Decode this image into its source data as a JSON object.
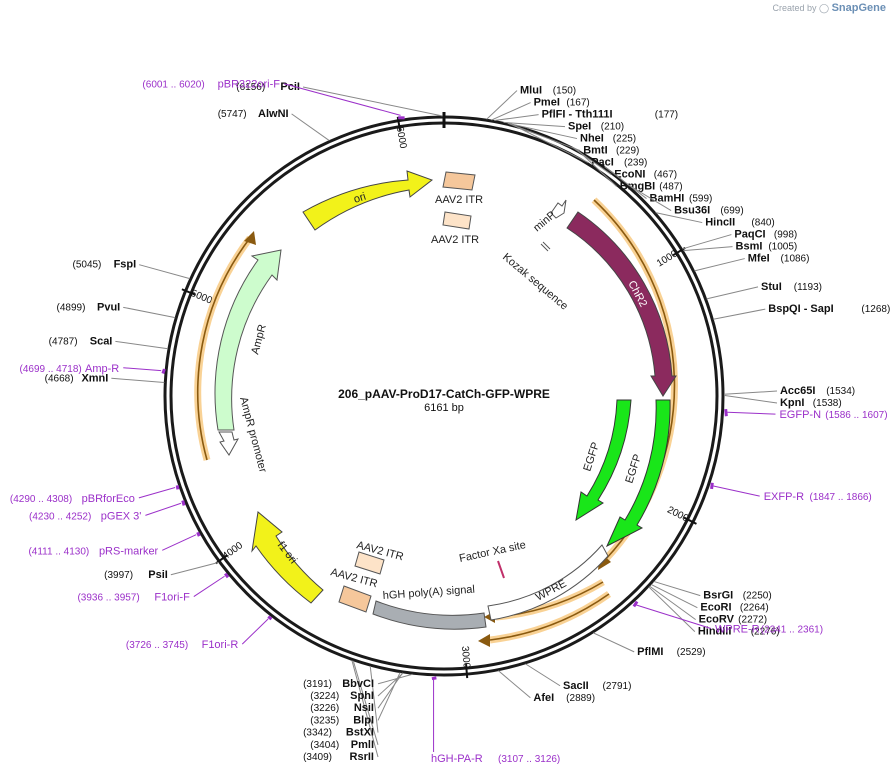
{
  "watermark": {
    "prefix": "Created by",
    "brand": "SnapGene"
  },
  "plasmid": {
    "name": "206_pAAV-ProD17-CatCh-GFP-WPRE",
    "size_label": "6161 bp",
    "length": 6161
  },
  "ticks": [
    {
      "pos": 1000,
      "label": "1000"
    },
    {
      "pos": 2000,
      "label": "2000"
    },
    {
      "pos": 3000,
      "label": "3000"
    },
    {
      "pos": 4000,
      "label": "4000"
    },
    {
      "pos": 5000,
      "label": "5000"
    },
    {
      "pos": 6000,
      "label": "6000"
    }
  ],
  "sites": [
    {
      "name": "PciI",
      "pos": 6156,
      "pos_label": "(6156)",
      "side": "left"
    },
    {
      "name": "MluI",
      "pos": 150,
      "pos_label": "(150)",
      "side": "right"
    },
    {
      "name": "PmeI",
      "pos": 167,
      "pos_label": "(167)",
      "side": "right"
    },
    {
      "name": "PflFI",
      "name2": "Tth111I",
      "pos": 177,
      "pos_label": "(177)",
      "side": "right"
    },
    {
      "name": "SpeI",
      "pos": 210,
      "pos_label": "(210)",
      "side": "right"
    },
    {
      "name": "NheI",
      "pos": 225,
      "pos_label": "(225)",
      "side": "right"
    },
    {
      "name": "BmtI",
      "pos": 229,
      "pos_label": "(229)",
      "side": "right"
    },
    {
      "name": "PacI",
      "pos": 239,
      "pos_label": "(239)",
      "side": "right"
    },
    {
      "name": "EcoNI",
      "pos": 467,
      "pos_label": "(467)",
      "side": "right"
    },
    {
      "name": "BmgBI",
      "pos": 487,
      "pos_label": "(487)",
      "side": "right"
    },
    {
      "name": "BamHI",
      "pos": 599,
      "pos_label": "(599)",
      "side": "right"
    },
    {
      "name": "Bsu36I",
      "pos": 699,
      "pos_label": "(699)",
      "side": "right"
    },
    {
      "name": "HincII",
      "pos": 840,
      "pos_label": "(840)",
      "side": "right"
    },
    {
      "name": "PaqCI",
      "pos": 998,
      "pos_label": "(998)",
      "side": "right"
    },
    {
      "name": "BsmI",
      "pos": 1005,
      "pos_label": "(1005)",
      "side": "right"
    },
    {
      "name": "MfeI",
      "pos": 1086,
      "pos_label": "(1086)",
      "side": "right"
    },
    {
      "name": "StuI",
      "pos": 1193,
      "pos_label": "(1193)",
      "side": "right"
    },
    {
      "name": "BspQI",
      "name2": "SapI",
      "pos": 1268,
      "pos_label": "(1268)",
      "side": "right"
    },
    {
      "name": "Acc65I",
      "pos": 1534,
      "pos_label": "(1534)",
      "side": "right"
    },
    {
      "name": "KpnI",
      "pos": 1538,
      "pos_label": "(1538)",
      "side": "right"
    },
    {
      "name": "BsrGI",
      "pos": 2250,
      "pos_label": "(2250)",
      "side": "right"
    },
    {
      "name": "EcoRI",
      "pos": 2264,
      "pos_label": "(2264)",
      "side": "right"
    },
    {
      "name": "EcoRV",
      "pos": 2272,
      "pos_label": "(2272)",
      "side": "right"
    },
    {
      "name": "HindIII",
      "pos": 2276,
      "pos_label": "(2276)",
      "side": "right"
    },
    {
      "name": "PflMI",
      "pos": 2529,
      "pos_label": "(2529)",
      "side": "right"
    },
    {
      "name": "SacII",
      "pos": 2791,
      "pos_label": "(2791)",
      "side": "right"
    },
    {
      "name": "AfeI",
      "pos": 2889,
      "pos_label": "(2889)",
      "side": "right"
    },
    {
      "name": "BbvCI",
      "pos": 3191,
      "pos_label": "(3191)",
      "side": "left"
    },
    {
      "name": "SphI",
      "pos": 3224,
      "pos_label": "(3224)",
      "side": "left"
    },
    {
      "name": "NsiI",
      "pos": 3226,
      "pos_label": "(3226)",
      "side": "left"
    },
    {
      "name": "BlpI",
      "pos": 3235,
      "pos_label": "(3235)",
      "side": "left"
    },
    {
      "name": "BstXI",
      "pos": 3342,
      "pos_label": "(3342)",
      "side": "left"
    },
    {
      "name": "PmlI",
      "pos": 3404,
      "pos_label": "(3404)",
      "side": "left"
    },
    {
      "name": "RsrII",
      "pos": 3409,
      "pos_label": "(3409)",
      "side": "left"
    },
    {
      "name": "PsiI",
      "pos": 3997,
      "pos_label": "(3997)",
      "side": "left"
    },
    {
      "name": "XmnI",
      "pos": 4668,
      "pos_label": "(4668)",
      "side": "left"
    },
    {
      "name": "ScaI",
      "pos": 4787,
      "pos_label": "(4787)",
      "side": "left"
    },
    {
      "name": "PvuI",
      "pos": 4899,
      "pos_label": "(4899)",
      "side": "left"
    },
    {
      "name": "FspI",
      "pos": 5045,
      "pos_label": "(5045)",
      "side": "left"
    },
    {
      "name": "AlwNI",
      "pos": 5747,
      "pos_label": "(5747)",
      "side": "left"
    }
  ],
  "primers": [
    {
      "name": "pBR322ori-F",
      "range": "(6001 .. 6020)",
      "start": 6001,
      "end": 6020,
      "side": "left"
    },
    {
      "name": "EGFP-N",
      "range": "(1586 .. 1607)",
      "start": 1586,
      "end": 1607,
      "side": "right"
    },
    {
      "name": "EXFP-R",
      "range": "(1847 .. 1866)",
      "start": 1847,
      "end": 1866,
      "side": "right"
    },
    {
      "name": "WPRE-R",
      "range": "(2341 .. 2361)",
      "start": 2341,
      "end": 2361,
      "side": "right"
    },
    {
      "name": "hGH-PA-R",
      "range": "(3107 .. 3126)",
      "start": 3107,
      "end": 3126,
      "side": "bottom"
    },
    {
      "name": "F1ori-R",
      "range": "(3726 .. 3745)",
      "start": 3726,
      "end": 3745,
      "side": "left"
    },
    {
      "name": "F1ori-F",
      "range": "(3936 .. 3957)",
      "start": 3936,
      "end": 3957,
      "side": "left"
    },
    {
      "name": "pRS-marker",
      "range": "(4111 .. 4130)",
      "start": 4111,
      "end": 4130,
      "side": "left"
    },
    {
      "name": "pGEX 3'",
      "range": "(4230 .. 4252)",
      "start": 4230,
      "end": 4252,
      "side": "left"
    },
    {
      "name": "pBRforEco",
      "range": "(4290 .. 4308)",
      "start": 4290,
      "end": 4308,
      "side": "left"
    },
    {
      "name": "Amp-R",
      "range": "(4699 .. 4718)",
      "start": 4699,
      "end": 4718,
      "side": "left"
    }
  ],
  "features": [
    {
      "label": "AAV2 ITR",
      "kind": "box",
      "color": "#f5c79b"
    },
    {
      "label": "AAV2 ITR",
      "kind": "box",
      "color": "#fde3c8"
    },
    {
      "label": "minP",
      "kind": "arrow-outline"
    },
    {
      "label": "Kozak sequence",
      "kind": "tick"
    },
    {
      "label": "ChR2",
      "kind": "arrow",
      "color": "#8b2a5e"
    },
    {
      "label": "EGFP",
      "kind": "arrow",
      "color": "#19e619"
    },
    {
      "label": "EGFP",
      "kind": "arrow",
      "color": "#19e619"
    },
    {
      "label": "Factor Xa site",
      "kind": "tick"
    },
    {
      "label": "WPRE",
      "kind": "arrow-outline"
    },
    {
      "label": "hGH poly(A) signal",
      "kind": "box",
      "color": "#a9aeb3"
    },
    {
      "label": "AAV2 ITR",
      "kind": "box",
      "color": "#fde3c8"
    },
    {
      "label": "AAV2 ITR",
      "kind": "box",
      "color": "#f5c79b"
    },
    {
      "label": "f1 ori",
      "kind": "arrow",
      "color": "#f2f21a"
    },
    {
      "label": "AmpR promoter",
      "kind": "arrow-outline"
    },
    {
      "label": "AmpR",
      "kind": "arrow",
      "color": "#cdfccd"
    },
    {
      "label": "ori",
      "kind": "arrow",
      "color": "#f2f21a"
    }
  ]
}
